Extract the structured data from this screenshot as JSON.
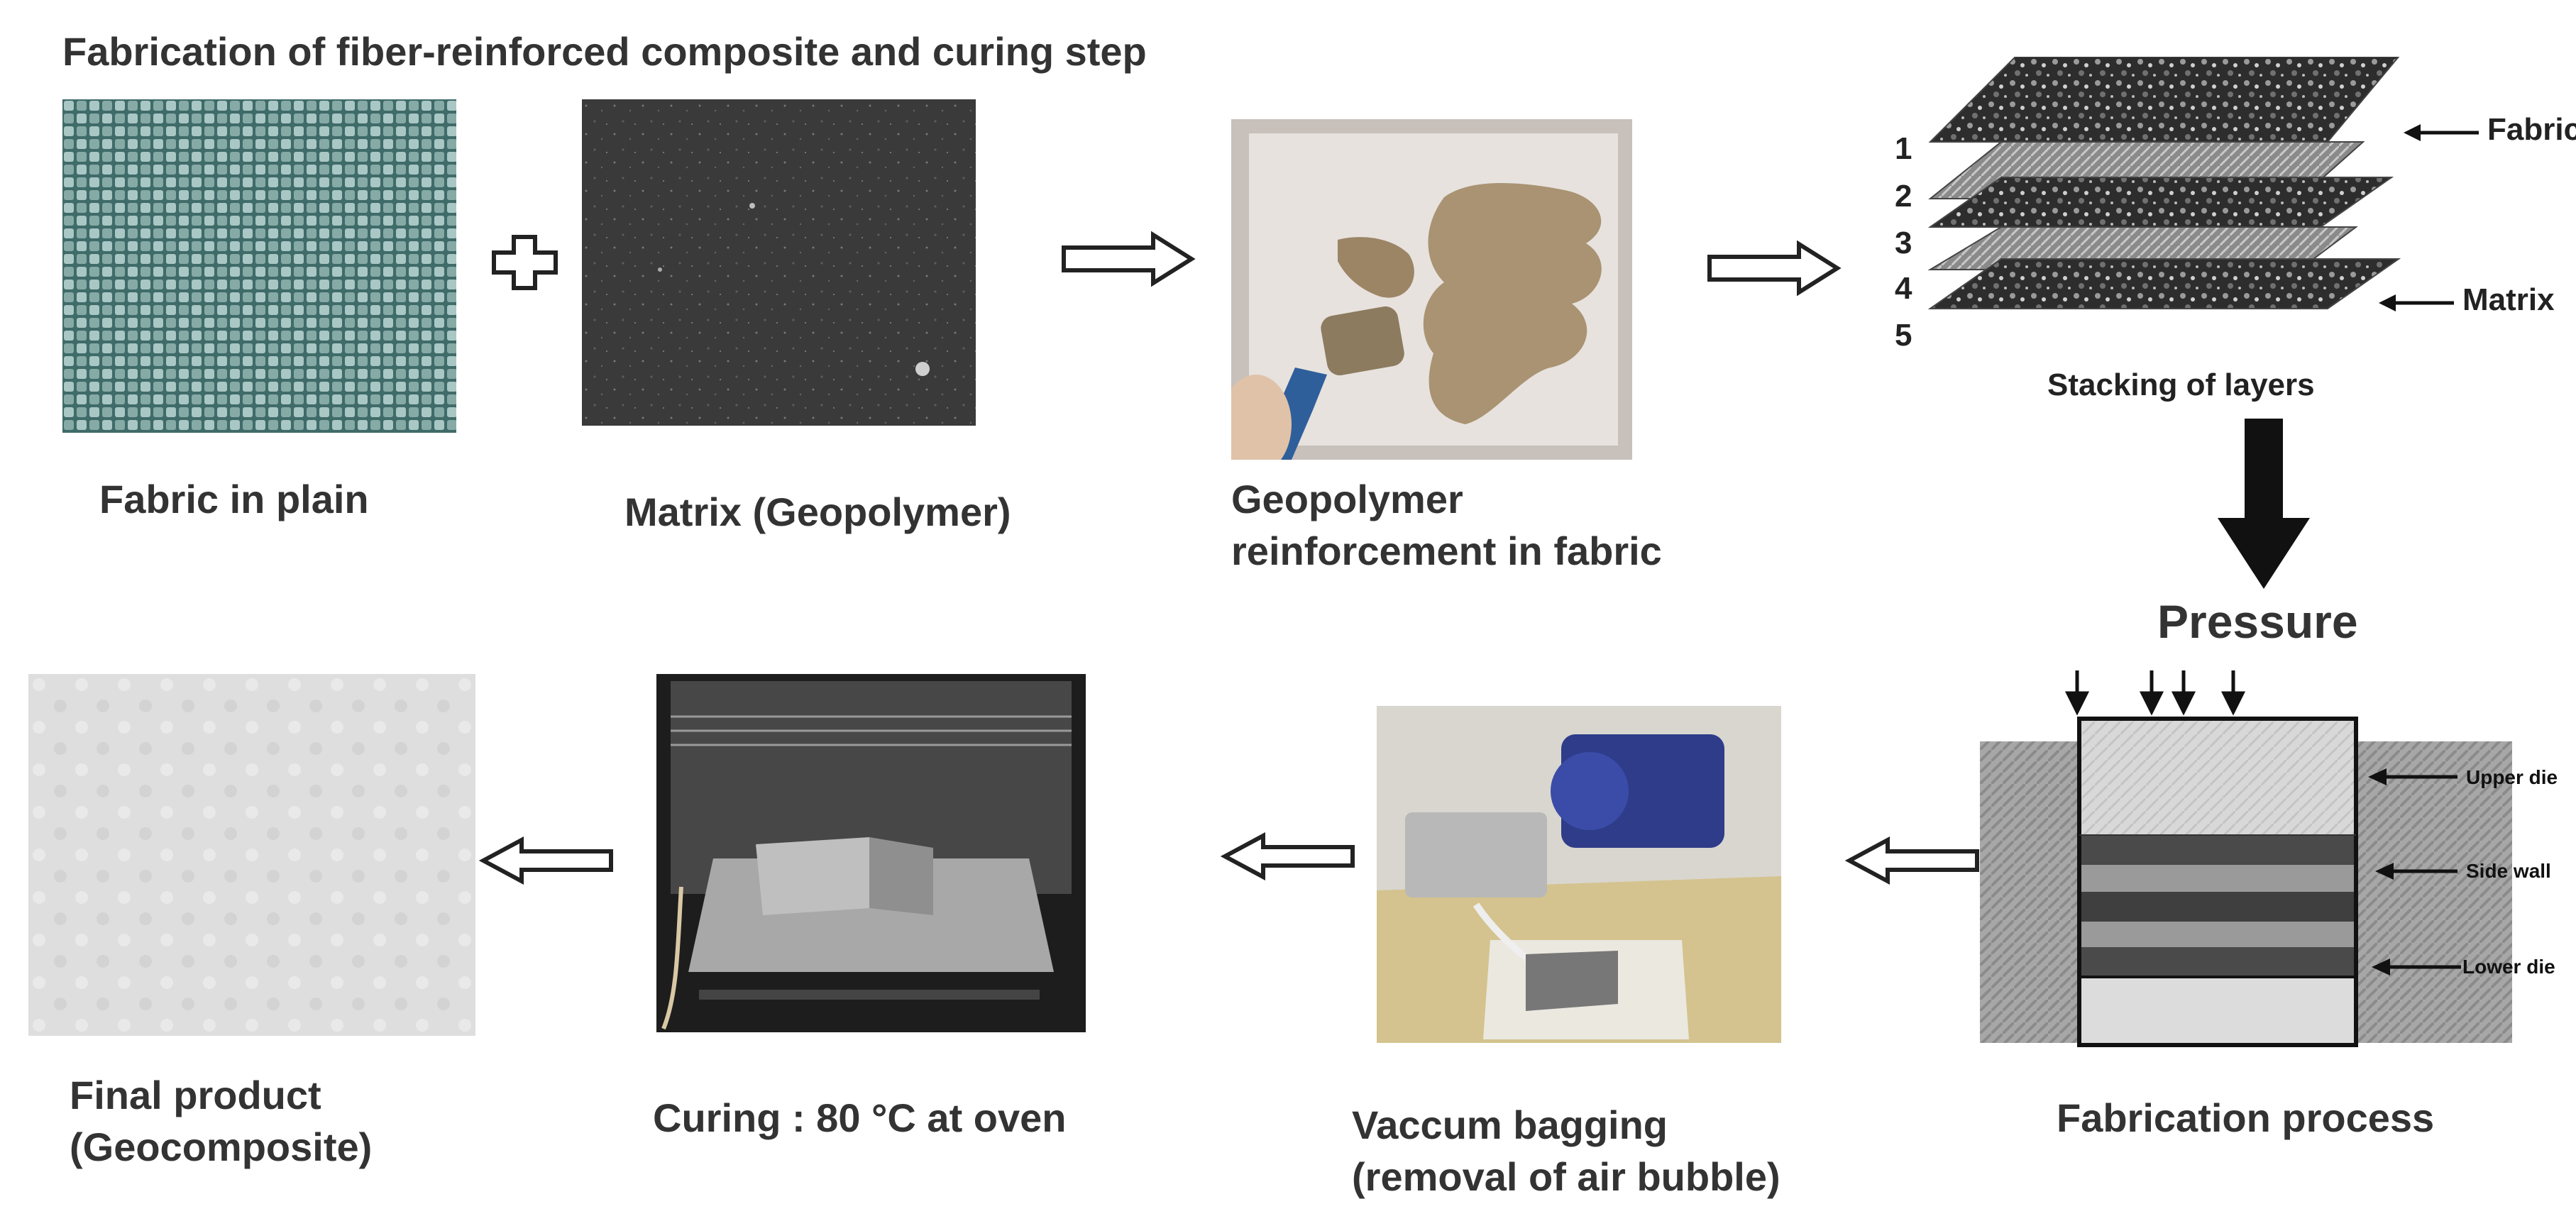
{
  "title": "Fabrication of fiber-reinforced composite and curing step",
  "steps": {
    "fabric": "Fabric in plain",
    "matrix": "Matrix (Geopolymer)",
    "reinforcement": "Geopolymer\nreinforcement in fabric",
    "stacking": "Stacking of layers",
    "pressure": "Pressure",
    "fabrication": "Fabrication process",
    "vacuum": "Vaccum bagging\n(removal of air bubble)",
    "curing": "Curing : 80 °C at oven",
    "final": "Final product\n(Geocomposite)"
  },
  "stack_labels": {
    "numbers": [
      "1",
      "2",
      "3",
      "4",
      "5"
    ],
    "fabric": "Fabric",
    "matrix": "Matrix"
  },
  "die_labels": {
    "upper": "Upper die",
    "side": "Side wall",
    "lower": "Lower die"
  }
}
